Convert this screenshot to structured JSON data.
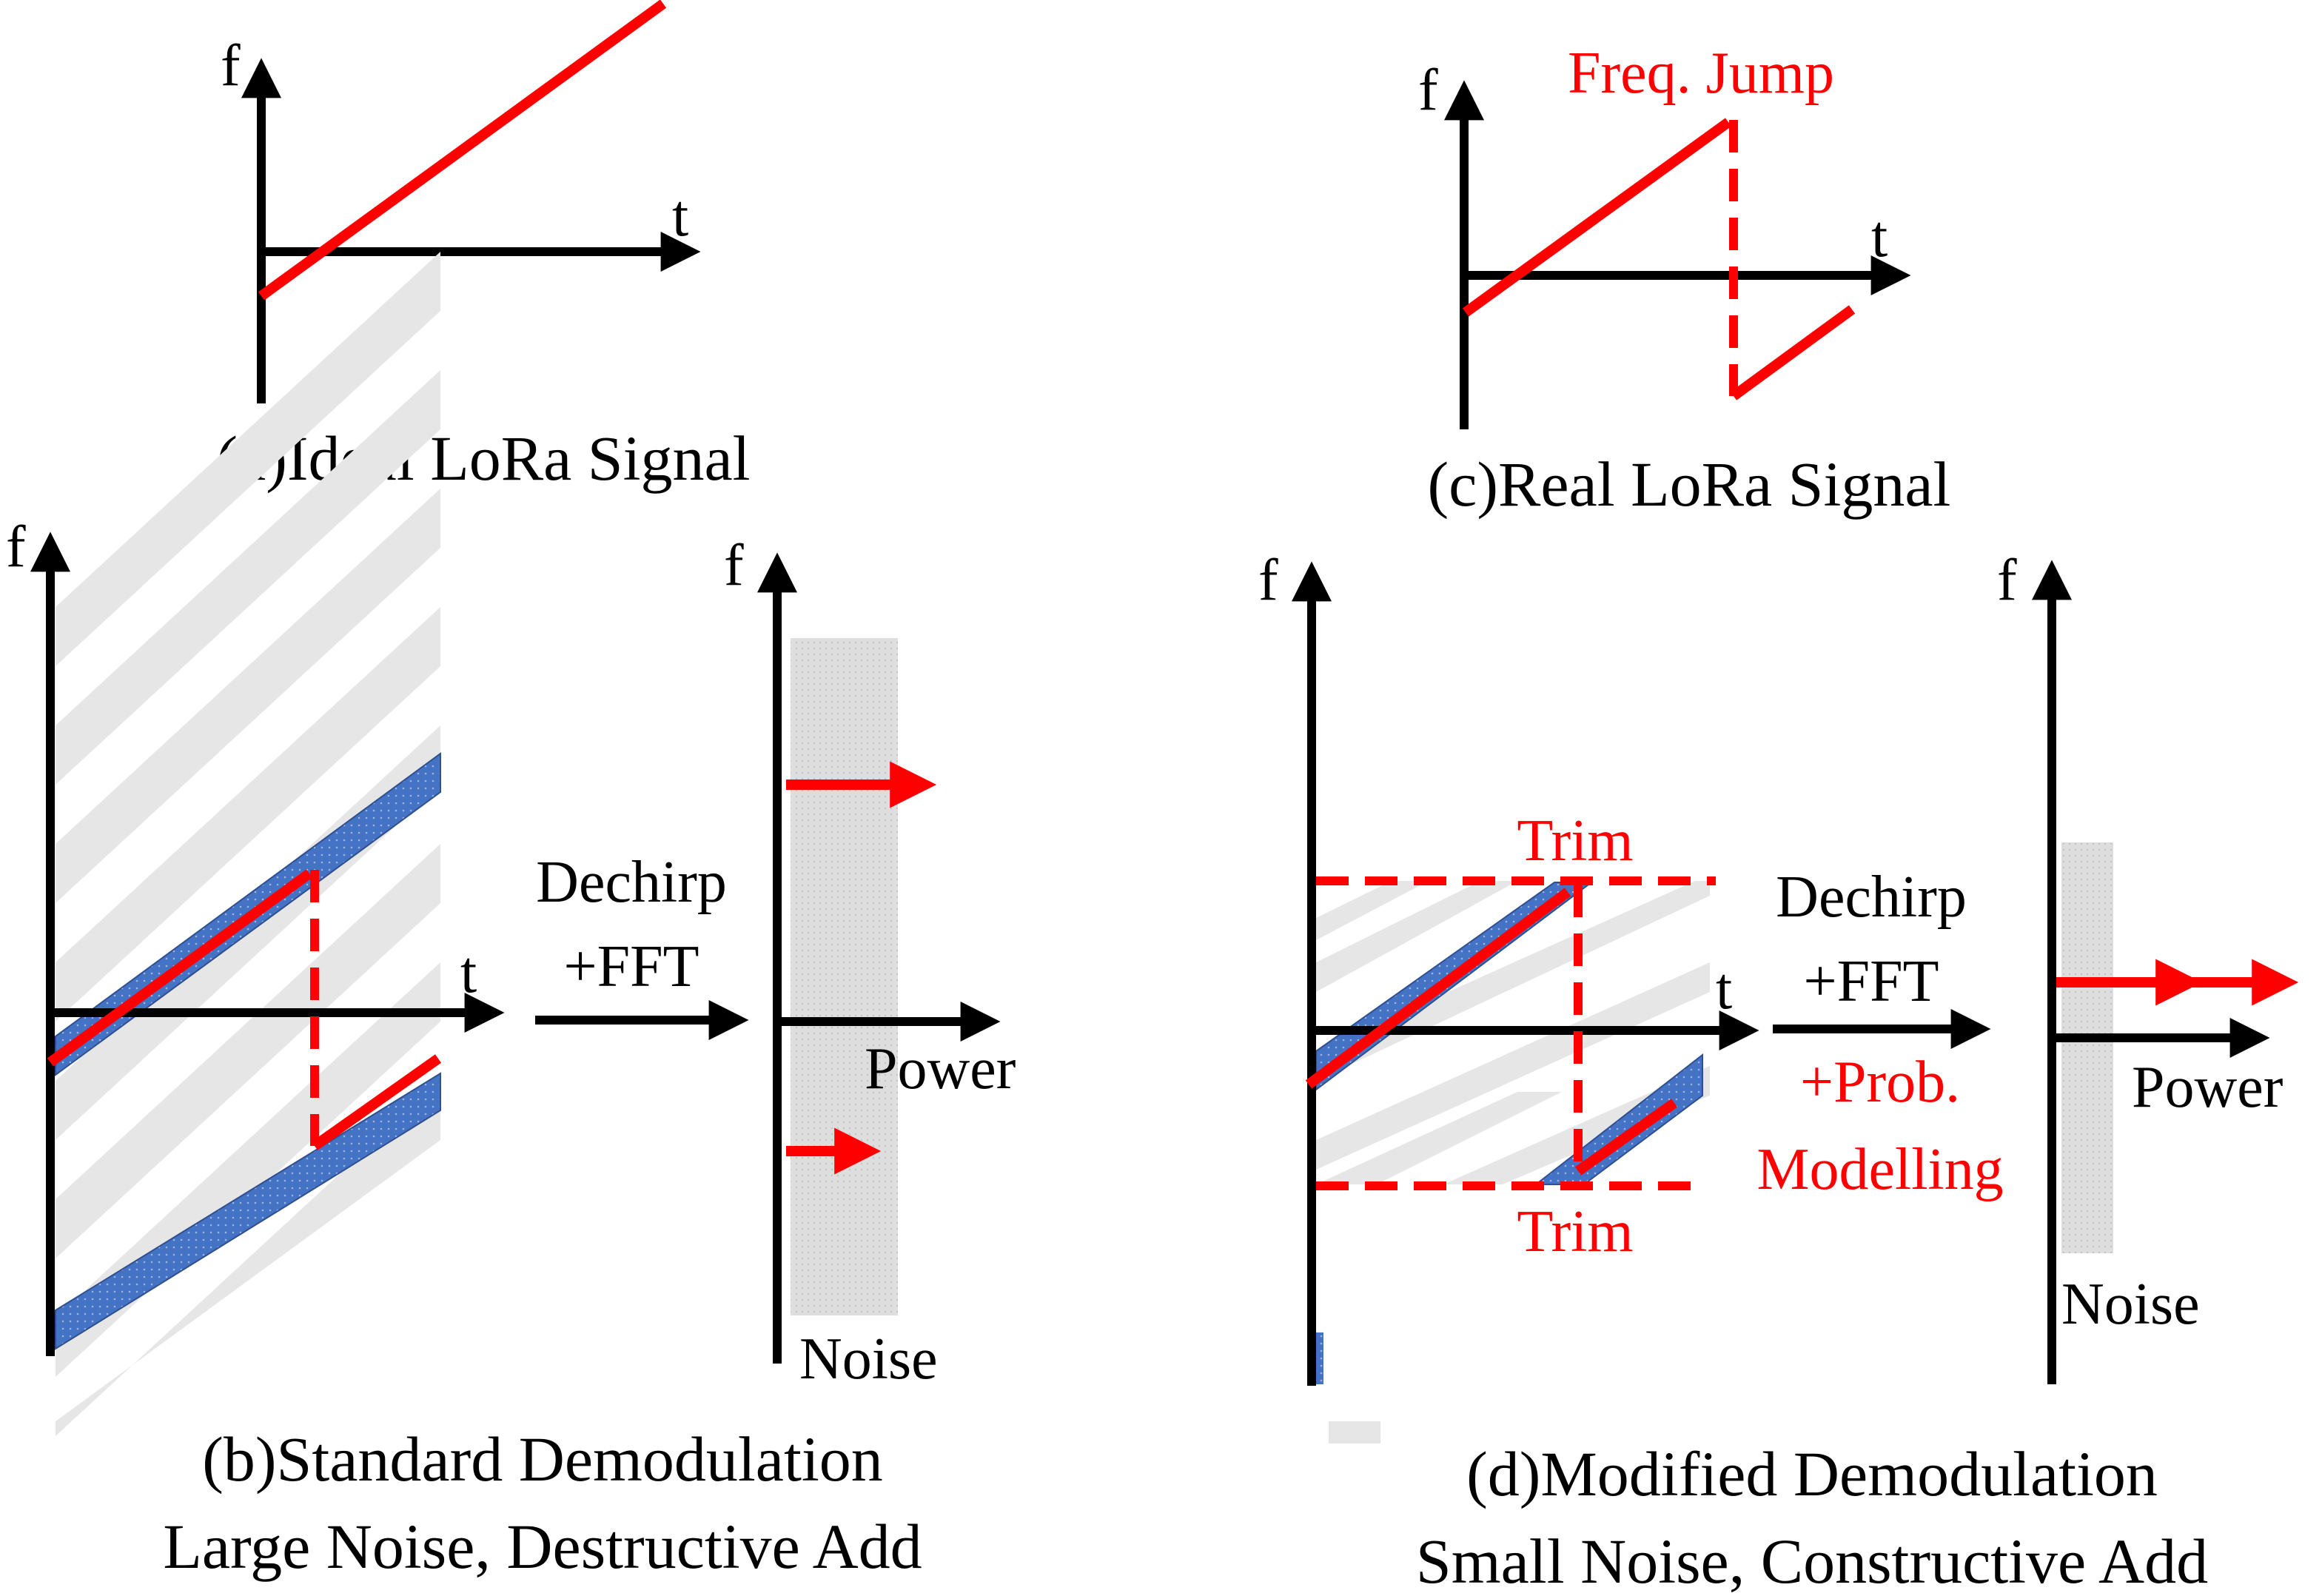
{
  "colors": {
    "signal": "#ff0000",
    "axis": "#000000",
    "band": "#4472c4",
    "noise": "#dcdcdc"
  },
  "panel_a": {
    "f_label": "f",
    "t_label": "t",
    "caption": "(a)Ideal LoRa Signal"
  },
  "panel_c": {
    "f_label": "f",
    "t_label": "t",
    "jump_label": "Freq. Jump",
    "caption": "(c)Real LoRa Signal"
  },
  "panel_b": {
    "f_label": "f",
    "t_label": "t",
    "process_line1": "Dechirp",
    "process_line2": "+FFT",
    "spectrum_f_label": "f",
    "power_label": "Power",
    "noise_label": "Noise",
    "caption_line1": "(b)Standard Demodulation",
    "caption_line2": "Large Noise, Destructive Add"
  },
  "panel_d": {
    "f_label": "f",
    "t_label": "t",
    "trim_top": "Trim",
    "trim_bottom": "Trim",
    "process_line1": "Dechirp",
    "process_line2": "+FFT",
    "process_line3": "+Prob.",
    "process_line4": "Modelling",
    "spectrum_f_label": "f",
    "power_label": "Power",
    "noise_label": "Noise",
    "caption_line1": "(d)Modified Demodulation",
    "caption_line2": "Small Noise, Constructive Add"
  }
}
